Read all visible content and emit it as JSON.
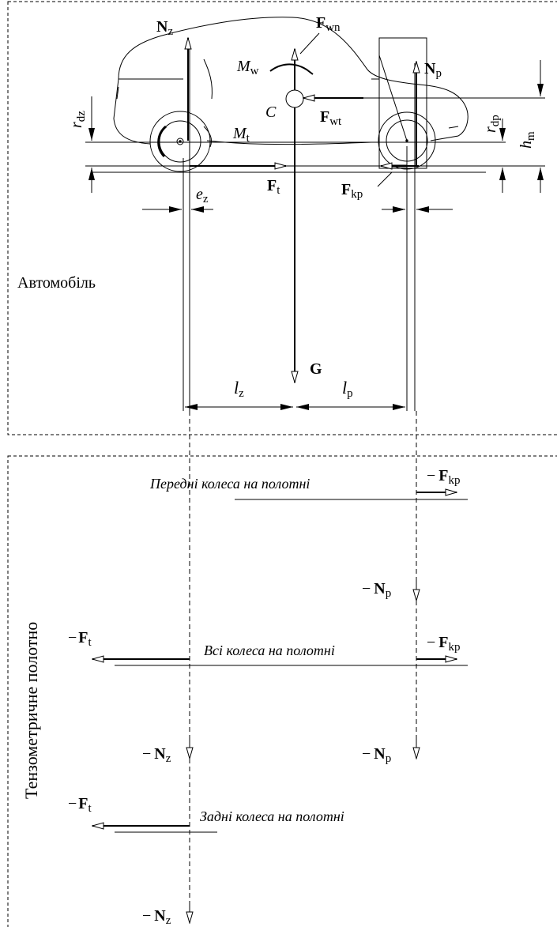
{
  "panels": {
    "car": "Автомобіль",
    "platform": "Тензометричне полотно"
  },
  "captions": {
    "front_wheels": "Передні колеса на полотні",
    "all_wheels": "Всі колеса на полотні",
    "rear_wheels": "Задні колеса на полотні"
  },
  "symbols": {
    "Nz": "N",
    "Nz_sub": "z",
    "Np": "N",
    "Np_sub": "p",
    "Fwn": "F",
    "Fwn_sub": "wn",
    "Fwt": "F",
    "Fwt_sub": "wt",
    "Mw": "M",
    "Mw_sub": "w",
    "Mt": "M",
    "Mt_sub": "t",
    "C": "C",
    "rdz": "r",
    "rdz_sub": "dz",
    "rdp": "r",
    "rdp_sub": "dp",
    "hm": "h",
    "hm_sub": "m",
    "Ft": "F",
    "Ft_sub": "t",
    "Fkp": "F",
    "Fkp_sub": "kp",
    "ez": "e",
    "ez_sub": "z",
    "G": "G",
    "lz": "l",
    "lz_sub": "z",
    "lp": "l",
    "lp_sub": "p",
    "minus": "−"
  }
}
